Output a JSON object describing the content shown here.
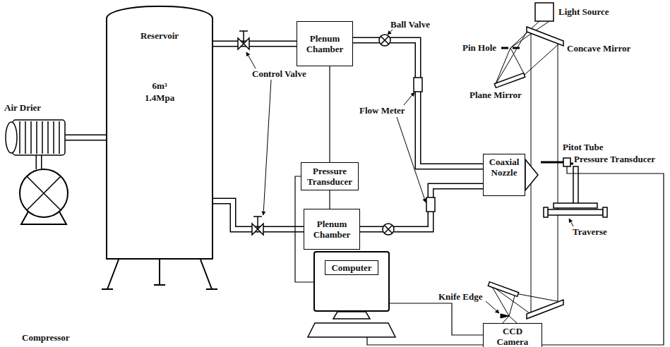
{
  "diagram": {
    "nodes": [
      {
        "text": [
          "Reservoir",
          "6m³",
          "1.4Mpa"
        ]
      },
      {
        "text": [
          "Plenum Chamber"
        ]
      },
      {
        "text": [
          "Pressure Transducer"
        ]
      },
      {
        "text": [
          "Plenum Chamber"
        ]
      },
      {
        "text": [
          "Coaxial Nozzle"
        ]
      },
      {
        "text": [
          "Computer"
        ]
      },
      {
        "text": [
          "CCD Camera"
        ]
      }
    ],
    "edges": [
      {
        "from": 0,
        "to": 1,
        "arrow": "none"
      },
      {
        "from": 0,
        "to": 3,
        "arrow": "none"
      },
      {
        "from": 1,
        "to": 4,
        "arrow": "none"
      },
      {
        "from": 3,
        "to": 4,
        "arrow": "none"
      },
      {
        "from": 2,
        "to": 1,
        "arrow": "none"
      },
      {
        "from": 2,
        "to": 3,
        "arrow": "none"
      },
      {
        "from": 2,
        "to": 5,
        "arrow": "none"
      },
      {
        "from": 5,
        "to": 6,
        "arrow": "none"
      }
    ],
    "labels": [
      "Air Drier",
      "Compressor",
      "Control Valve",
      "Ball Valve",
      "Flow Meter",
      "Light Source",
      "Pin Hole",
      "Concave Mirror",
      "Plane Mirror",
      "Pitot Tube",
      "Pressure Transducer",
      "Traverse",
      "Knife Edge"
    ]
  }
}
